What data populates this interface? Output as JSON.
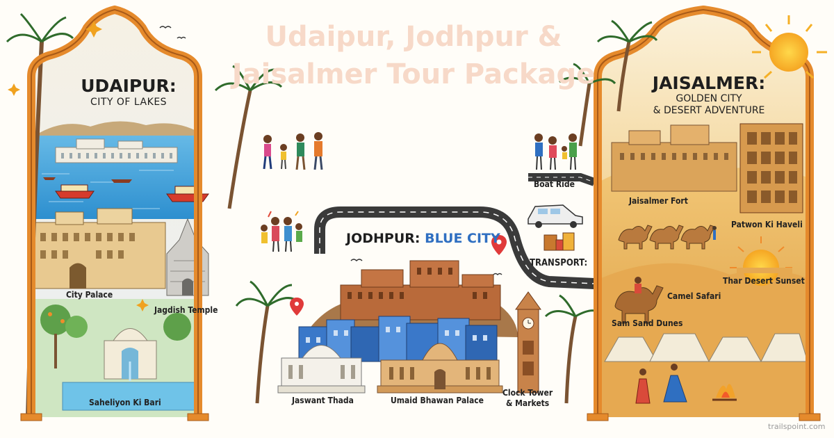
{
  "page_title": "Udaipur, Jodhpur & Jaisalmer Tour Package",
  "udaipur": {
    "heading": "UDAIPUR:",
    "subheading": "CITY OF LAKES",
    "labels": {
      "city_palace": "City Palace",
      "jagdish_temple": "Jagdish Temple",
      "saheliyon_ki_bari": "Saheliyon Ki Bari"
    }
  },
  "jodhpur": {
    "heading_prefix": "JODHPUR:",
    "heading_accent": "BLUE CITY",
    "labels": {
      "jaswant_thada": "Jaswant Thada",
      "umaid_bhawan": "Umaid Bhawan Palace",
      "clock_tower_1": "Clock Tower",
      "clock_tower_2": "& Markets"
    }
  },
  "middle": {
    "boat_ride": "Boat Ride",
    "transport": "TRANSPORT:"
  },
  "jaisalmer": {
    "heading": "JAISALMER:",
    "subheading_1": "GOLDEN CITY",
    "subheading_2": "& DESERT ADVENTURE",
    "labels": {
      "fort": "Jaisalmer Fort",
      "haveli": "Patwon Ki Haveli",
      "sunset": "Thar Desert Sunset",
      "camel_safari": "Camel Safari",
      "sam_dunes": "Sam Sand Dunes"
    }
  },
  "watermark": "trailspoint.com",
  "colors": {
    "title": "#f7d9c8",
    "arch": "#e58a2c",
    "lake": "#3f9fd6",
    "blue_city": "#3a78c9",
    "jodhpur_accent": "#2f6fc1",
    "sand": "#e9b864",
    "road": "#3a3a3a"
  }
}
